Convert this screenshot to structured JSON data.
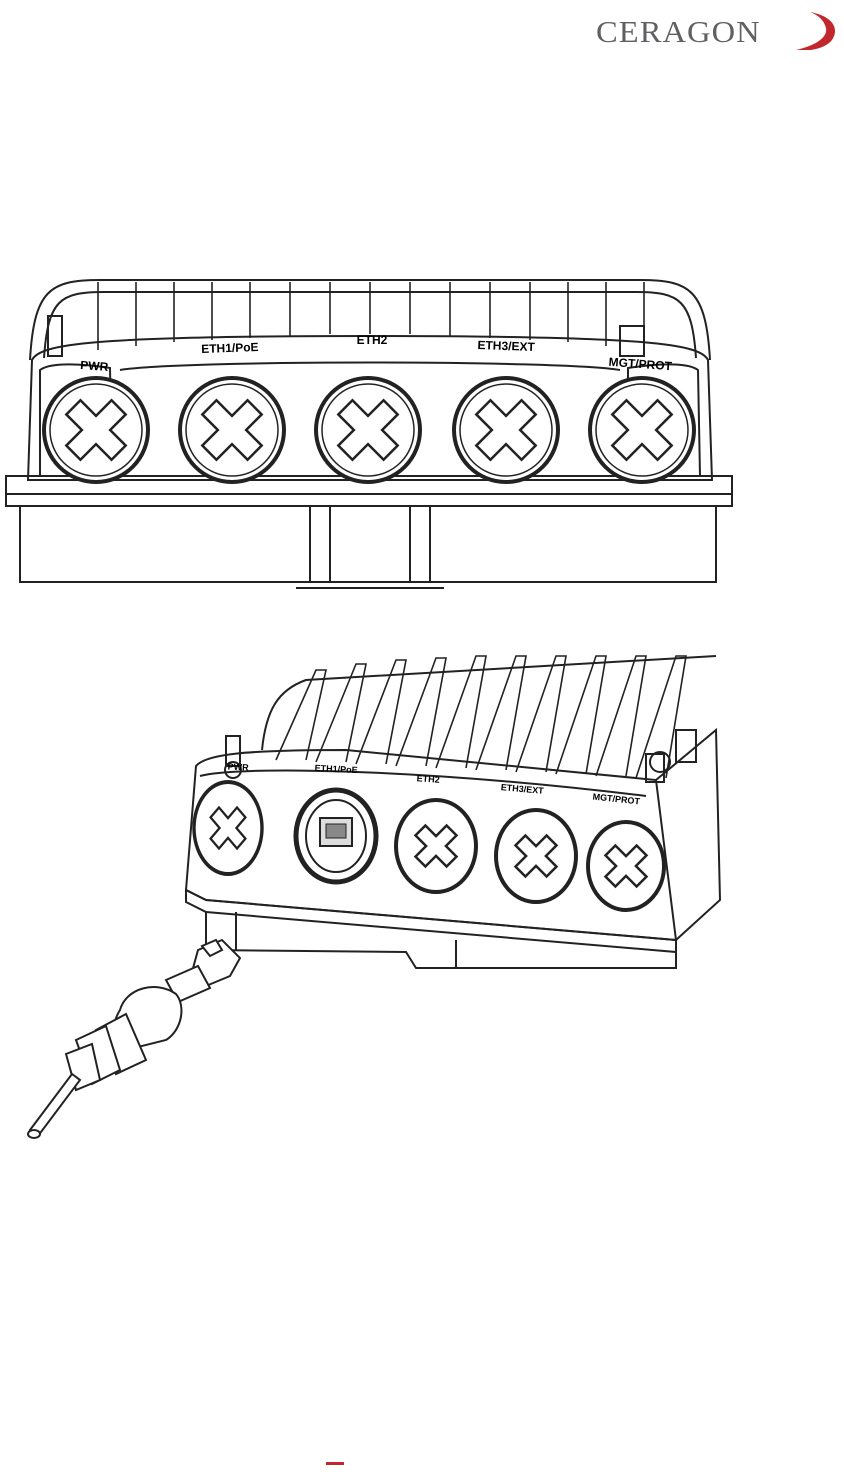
{
  "header": {
    "logo_text": "CERAGON",
    "brand_color": "#5f6062",
    "accent_color": "#c0282d"
  },
  "figure_front": {
    "port_labels": [
      "PWR",
      "ETH1/PoE",
      "ETH2",
      "ETH3/EXT",
      "MGT/PROT"
    ]
  },
  "figure_perspective": {
    "port_labels": [
      "PWR",
      "ETH1/PoE",
      "ETH2",
      "ETH3/EXT",
      "MGT/PROT"
    ]
  }
}
